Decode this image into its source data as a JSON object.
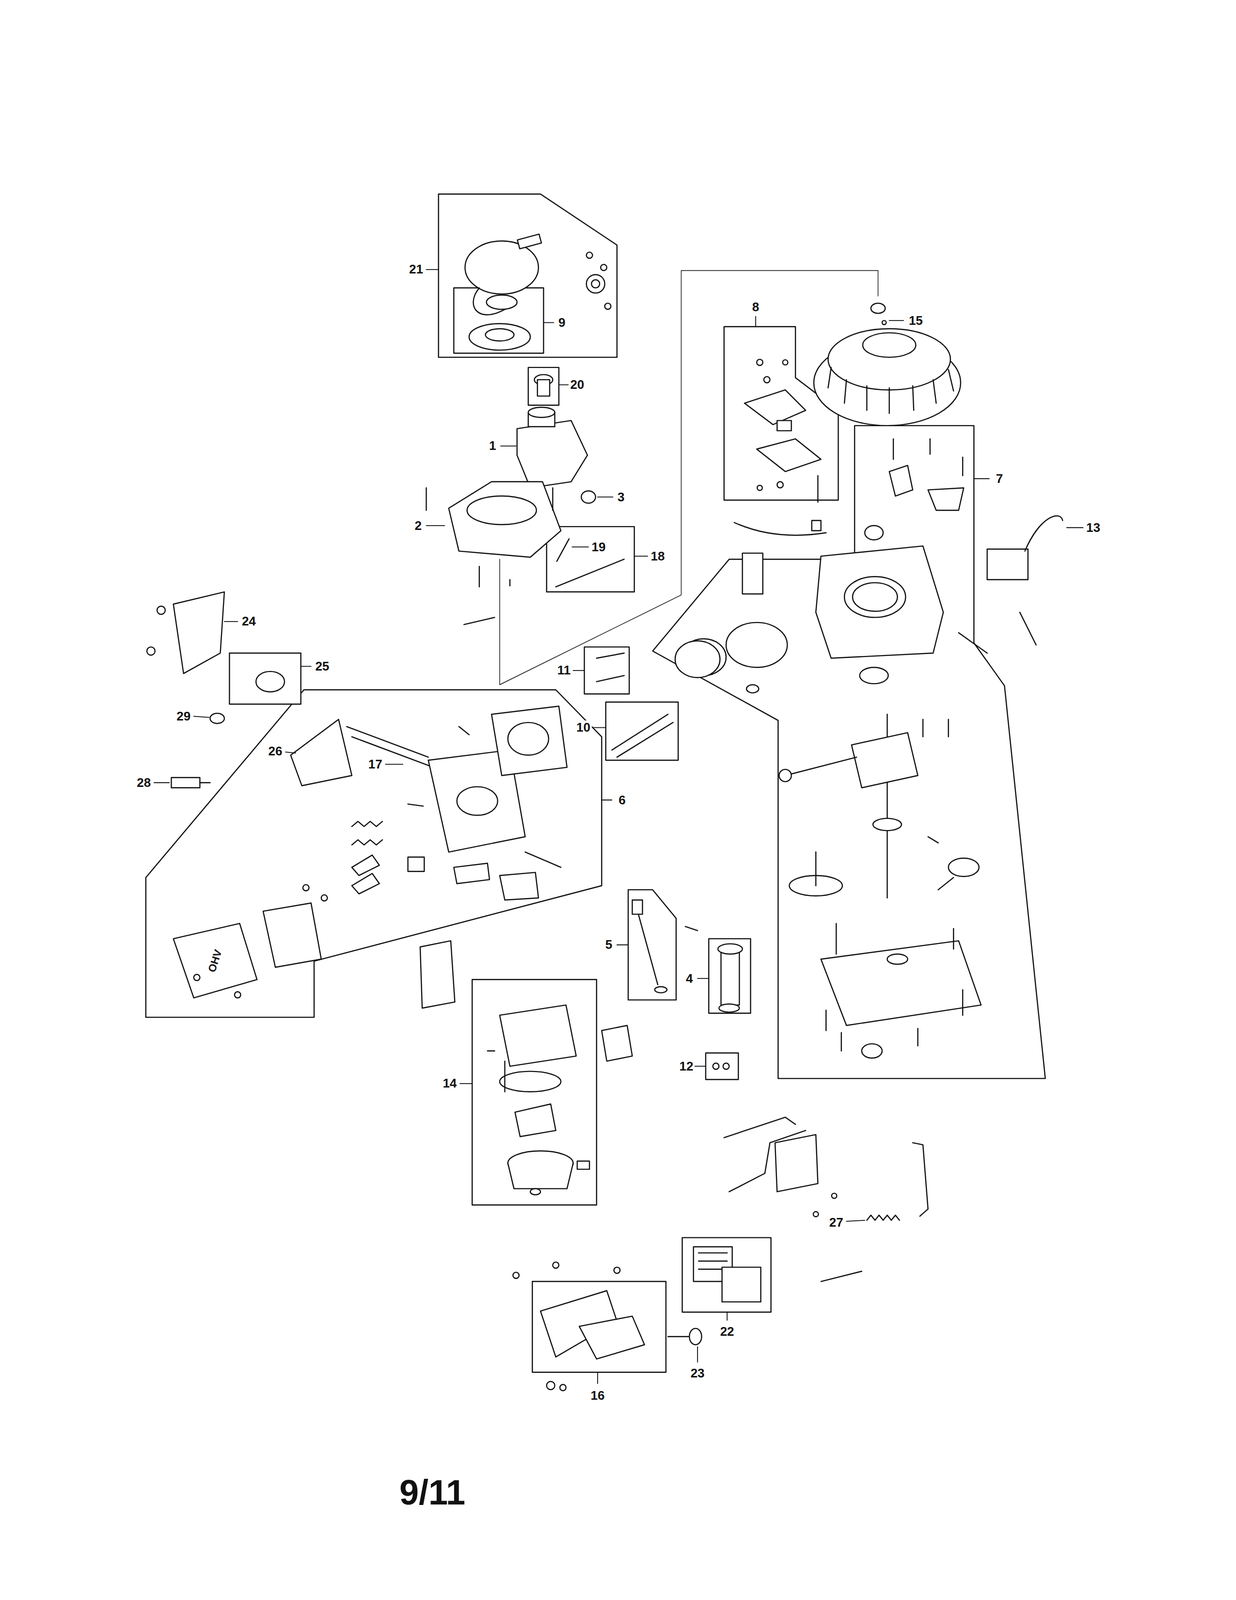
{
  "diagram": {
    "labels": [
      "21",
      "9",
      "20",
      "1",
      "3",
      "2",
      "19",
      "18",
      "8",
      "15",
      "7",
      "13",
      "24",
      "25",
      "29",
      "26",
      "17",
      "11",
      "10",
      "6",
      "28",
      "5",
      "4",
      "14",
      "12",
      "27",
      "22",
      "23",
      "16",
      "OHV",
      "9/11"
    ]
  }
}
